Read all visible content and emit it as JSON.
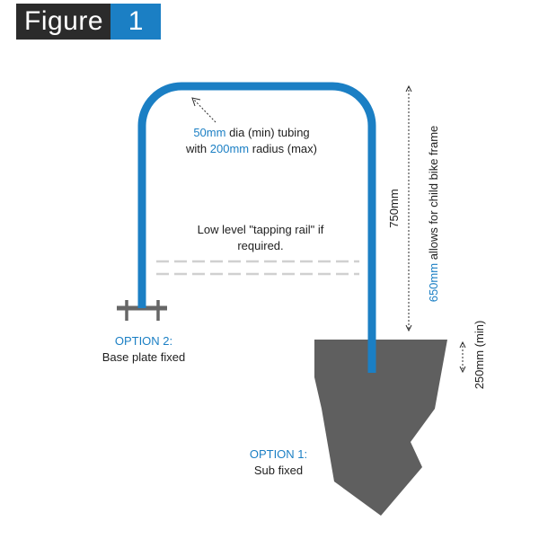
{
  "figure": {
    "word": "Figure",
    "number": "1"
  },
  "colors": {
    "accent": "#1b7fc4",
    "ground": "#5f5f5f",
    "dark": "#2b2b2b",
    "rail": "#d0d0d0"
  },
  "tubing_note": {
    "diameter": "50mm",
    "diameter_rest": "dia (min) tubing",
    "radius_prefix": "with",
    "radius": "200mm",
    "radius_rest": "radius (max)"
  },
  "tapping_rail": {
    "line1": "Low level \"tapping rail\" if",
    "line2": "required."
  },
  "option2": {
    "title": "OPTION 2:",
    "subtitle": "Base plate fixed"
  },
  "option1": {
    "title": "OPTION 1:",
    "subtitle": "Sub fixed"
  },
  "dim_750": "750mm",
  "dim_650": {
    "value": "650mm",
    "text": "allows for child bike frame"
  },
  "dim_250": "250mm (min)"
}
